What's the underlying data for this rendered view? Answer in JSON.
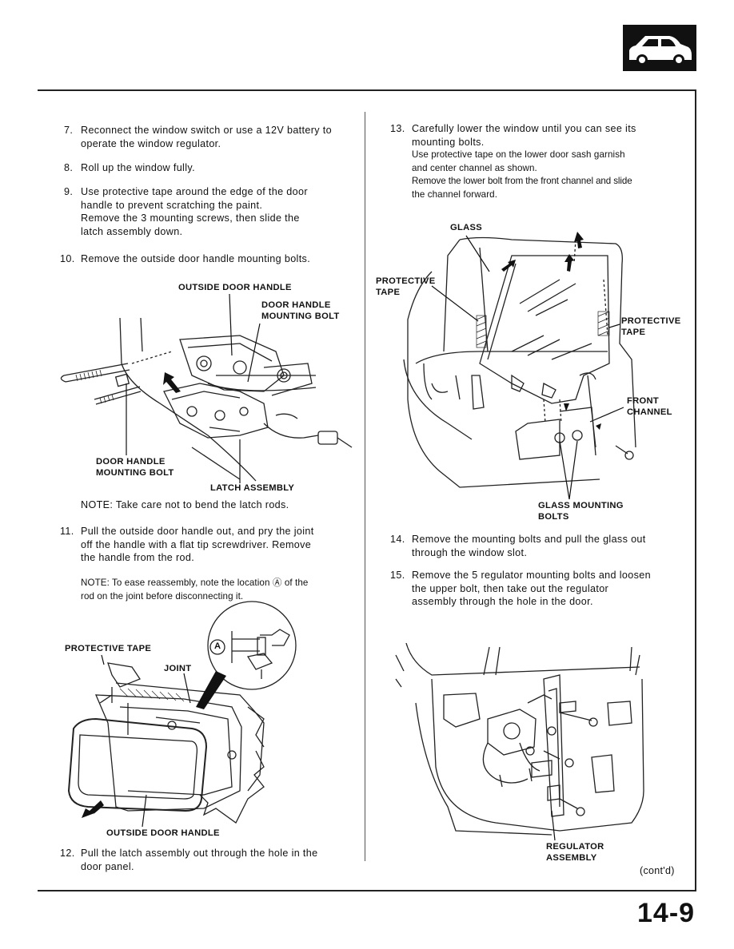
{
  "header": {
    "section_icon": "car-body-icon"
  },
  "left": {
    "step7": {
      "num": "7.",
      "lines": [
        "Reconnect the window switch or use a 12V battery to",
        "operate the window regulator."
      ]
    },
    "step8": {
      "num": "8.",
      "lines": [
        "Roll up the window fully."
      ]
    },
    "step9": {
      "num": "9.",
      "lines": [
        "Use protective tape around the edge of the door",
        "handle to prevent scratching the paint.",
        "Remove the 3 mounting screws, then slide the",
        "latch assembly down."
      ]
    },
    "step10": {
      "num": "10.",
      "lines": [
        "Remove the outside door handle mounting bolts."
      ]
    },
    "fig1": {
      "outside_door_handle": "OUTSIDE DOOR HANDLE",
      "door_handle_mounting_bolt_top": [
        "DOOR HANDLE",
        "MOUNTING BOLT"
      ],
      "door_handle_mounting_bolt_bottom": [
        "DOOR HANDLE",
        "MOUNTING BOLT"
      ],
      "latch_assembly": "LATCH ASSEMBLY"
    },
    "note1": "NOTE:  Take care not to bend the latch rods.",
    "step11": {
      "num": "11.",
      "lines": [
        "Pull the outside door handle out, and pry the joint",
        "off the handle with a flat tip screwdriver. Remove",
        "the handle from the rod."
      ]
    },
    "note2": {
      "lines": [
        "NOTE: To ease reassembly, note the location Ⓐ of the",
        "rod on the joint before disconnecting it."
      ]
    },
    "fig2": {
      "protective_tape": "PROTECTIVE TAPE",
      "joint": "JOINT",
      "callout_a": "A",
      "outside_door_handle": "OUTSIDE DOOR HANDLE"
    },
    "step12": {
      "num": "12.",
      "lines": [
        "Pull the latch assembly out through the hole in the",
        "door panel."
      ]
    }
  },
  "right": {
    "step13": {
      "num": "13.",
      "lines": [
        "Carefully lower the window until you can see its",
        "mounting bolts."
      ],
      "sub1": [
        "Use protective tape on the lower door sash garnish",
        "and center channel as shown."
      ],
      "sub2": [
        "Remove the lower bolt from the front channel and slide",
        "the channel forward."
      ]
    },
    "fig3": {
      "glass": "GLASS",
      "protective_tape_left": [
        "PROTECTIVE",
        "TAPE"
      ],
      "protective_tape_right": [
        "PROTECTIVE",
        "TAPE"
      ],
      "front_channel": [
        "FRONT",
        "CHANNEL"
      ],
      "glass_mounting_bolts": [
        "GLASS MOUNTING",
        "BOLTS"
      ]
    },
    "step14": {
      "num": "14.",
      "lines": [
        "Remove the mounting bolts and pull the glass out",
        "through the window slot."
      ]
    },
    "step15": {
      "num": "15.",
      "lines": [
        "Remove the 5 regulator mounting bolts and loosen",
        "the upper bolt, then take out the regulator",
        "assembly through the hole in the door."
      ]
    },
    "fig4": {
      "regulator_assembly": [
        "REGULATOR",
        "ASSEMBLY"
      ]
    },
    "contd": "(cont'd)"
  },
  "footer": {
    "page_number": "14-9"
  }
}
